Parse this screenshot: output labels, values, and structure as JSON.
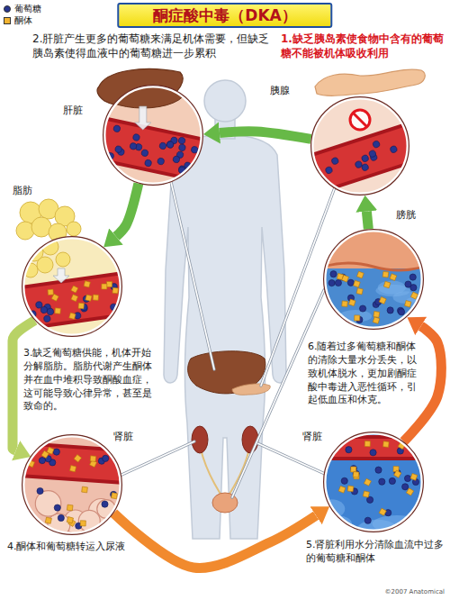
{
  "diagram": {
    "title": "酮症酸中毒（DKA）",
    "nodes": [
      {
        "text": [
          "胰腺",
          "1.缺乏胰岛素使食物中含有的葡萄糖不能被机体吸收利用"
        ]
      },
      {
        "text": [
          "肝脏",
          "2.肝脏产生更多的葡萄糖来满足机体需要，但缺乏胰岛素使得血液中的葡萄糖进一步累积"
        ]
      },
      {
        "text": [
          "脂肪",
          "3.缺乏葡萄糖供能，机体开始分解脂肪。脂肪代谢产生酮体并在血中堆积导致酮酸血症，这可能导致心律异常，甚至是致命的。"
        ]
      },
      {
        "text": [
          "肾脏",
          "4.酮体和葡萄糖转运入尿液"
        ]
      },
      {
        "text": [
          "肾脏",
          "5.肾脏利用水分清除血流中过多的葡萄糖和酮体"
        ]
      },
      {
        "text": [
          "膀胱",
          "6.随着过多葡萄糖和酮体的清除大量水分丢失，以致机体脱水，更加剧酮症酸中毒进入恶性循环，引起低血压和休克。"
        ]
      }
    ],
    "edges": [
      {
        "from": 0,
        "to": 1,
        "arrow": "to"
      },
      {
        "from": 1,
        "to": 2,
        "arrow": "to"
      },
      {
        "from": 2,
        "to": 3,
        "arrow": "to"
      },
      {
        "from": 3,
        "to": 4,
        "arrow": "to"
      },
      {
        "from": 4,
        "to": 5,
        "arrow": "to"
      },
      {
        "from": 5,
        "to": 0,
        "arrow": "to"
      }
    ],
    "labels": [
      "©2007 Anatomical"
    ],
    "legend": [
      {
        "text": "葡萄糖",
        "color": "#27358f"
      },
      {
        "text": "酮体",
        "color": "#f3b431"
      }
    ]
  }
}
